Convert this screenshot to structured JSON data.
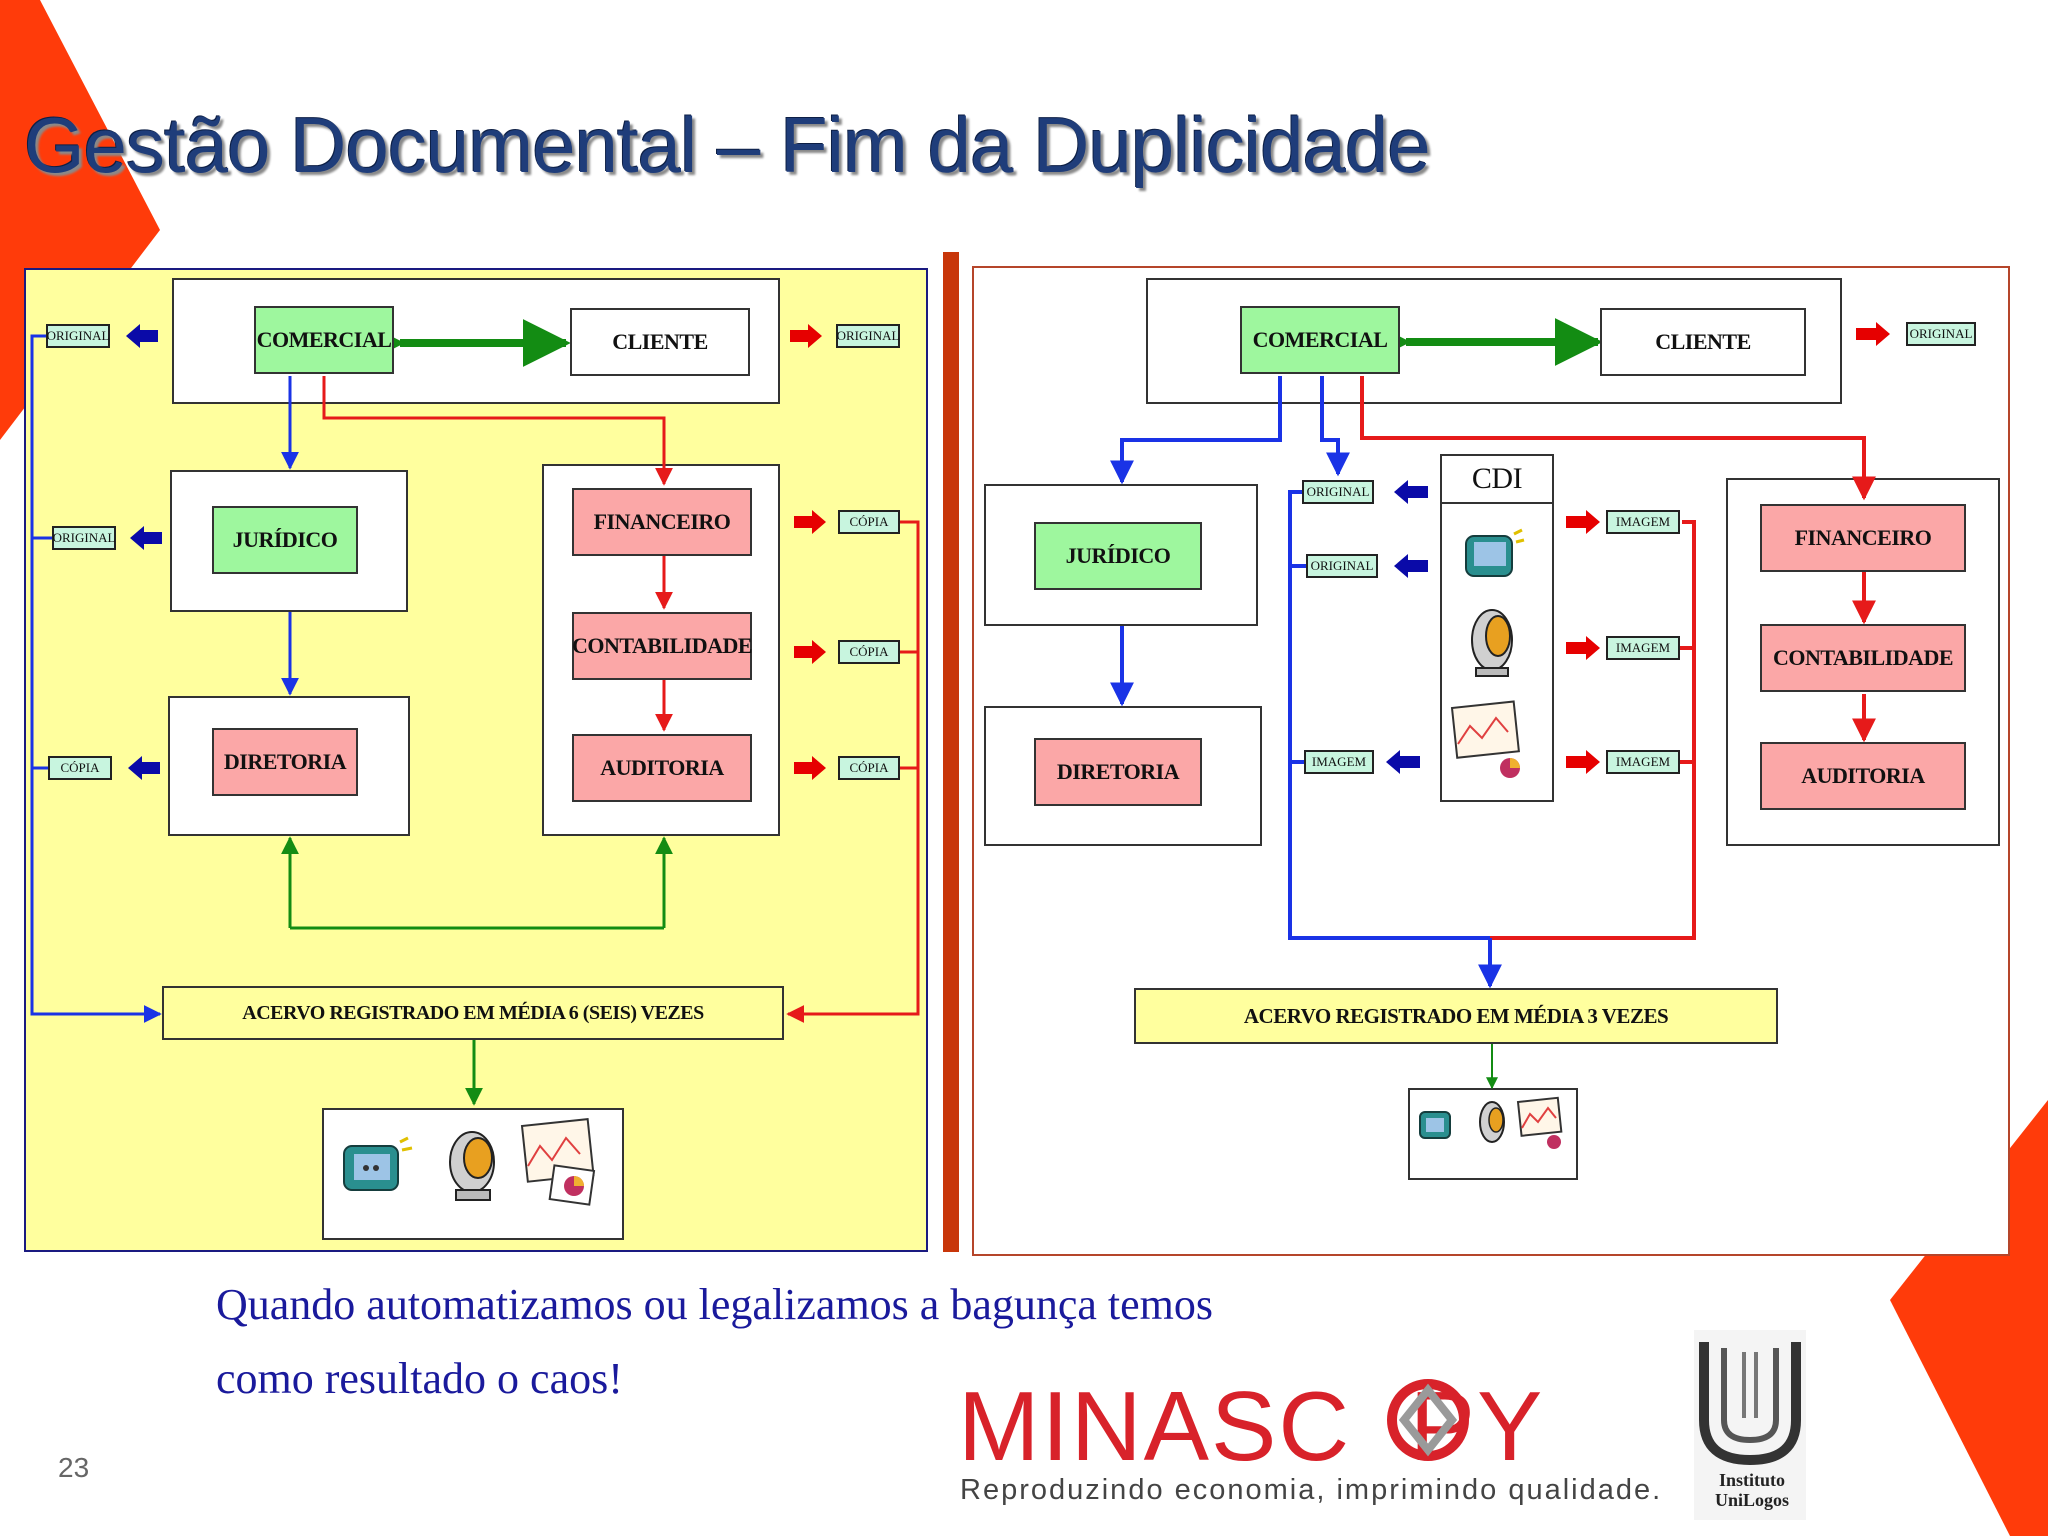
{
  "slide": {
    "title": "Gestão Documental – Fim da Duplicidade",
    "caption_line1": "Quando automatizamos ou legalizamos a bagunça temos",
    "caption_line2": "como resultado o caos!",
    "page_number": "23"
  },
  "left_diagram": {
    "comercial": "COMERCIAL",
    "cliente": "CLIENTE",
    "juridico": "JURÍDICO",
    "diretoria": "DIRETORIA",
    "financeiro": "FINANCEIRO",
    "contabilidade": "CONTABILIDADE",
    "auditoria": "AUDITORIA",
    "acervo": "ACERVO REGISTRADO EM MÉDIA 6 (SEIS) VEZES",
    "tag_original_1": "ORIGINAL",
    "tag_original_2": "ORIGINAL",
    "tag_original_3": "ORIGINAL",
    "tag_copia_1": "CÓPIA",
    "tag_copia_2": "CÓPIA",
    "tag_copia_3": "CÓPIA",
    "tag_copia_4": "CÓPIA"
  },
  "right_diagram": {
    "comercial": "COMERCIAL",
    "cliente": "CLIENTE",
    "juridico": "JURÍDICO",
    "diretoria": "DIRETORIA",
    "cdi": "CDI",
    "financeiro": "FINANCEIRO",
    "contabilidade": "CONTABILIDADE",
    "auditoria": "AUDITORIA",
    "acervo": "ACERVO REGISTRADO EM MÉDIA 3 VEZES",
    "tag_original_1": "ORIGINAL",
    "tag_original_2": "ORIGINAL",
    "tag_original_3": "ORIGINAL",
    "tag_imagem_1": "IMAGEM",
    "tag_imagem_2": "IMAGEM",
    "tag_imagem_3": "IMAGEM",
    "tag_imagem_4": "IMAGEM"
  },
  "logos": {
    "minascopy": "MINASC  PY",
    "minascopy_tagline": "Reproduzindo economia, imprimindo qualidade.",
    "instituto_line1": "Instituto",
    "instituto_line2": "UniLogos"
  },
  "colors": {
    "title": "#1f3d7a",
    "left_panel_bg": "#ffff9e",
    "divider": "#c8360a",
    "accent_orange": "#ff3b0a",
    "arrow_blue": "#1a33e6",
    "arrow_red": "#e61a1a",
    "arrow_green": "#138c13",
    "caption": "#1a1a9c"
  }
}
